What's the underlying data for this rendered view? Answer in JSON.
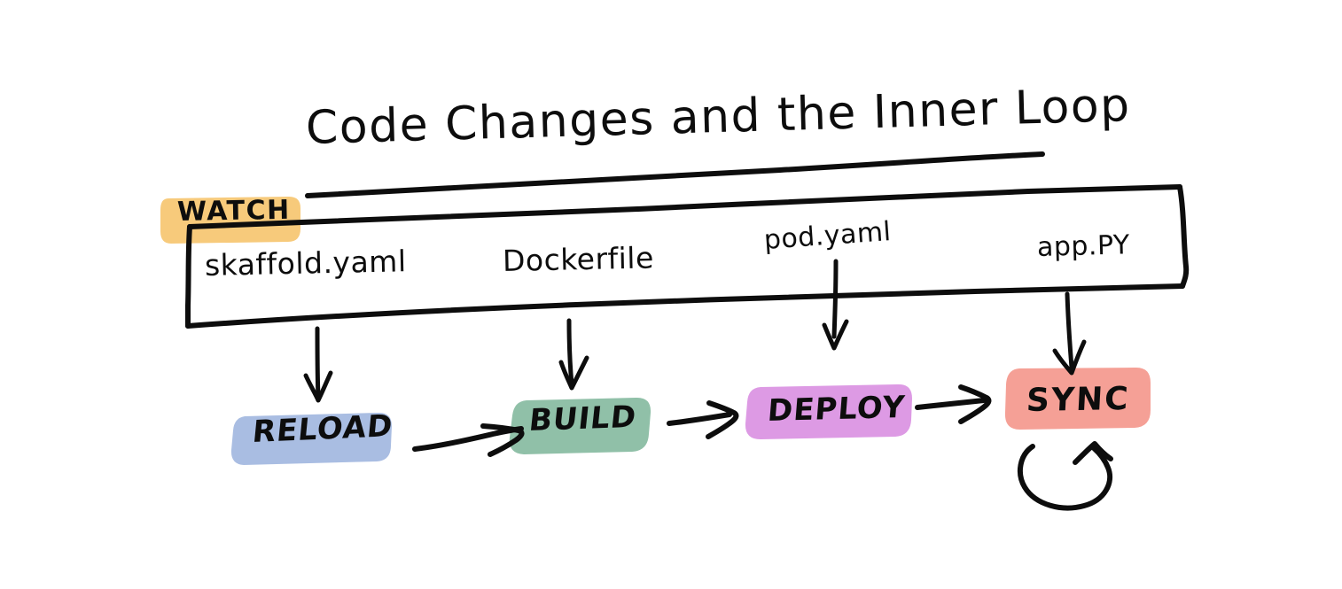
{
  "title": "Code Changes and the Inner Loop",
  "watch_box": {
    "badge": "WATCH",
    "badge_color": "#f7ca7b",
    "files": [
      {
        "name": "skaffold.yaml"
      },
      {
        "name": "Dockerfile"
      },
      {
        "name": "pod.yaml"
      },
      {
        "name": "app.PY"
      }
    ]
  },
  "stages": [
    {
      "label": "RELOAD",
      "color": "#a9bde2"
    },
    {
      "label": "BUILD",
      "color": "#90c0a8"
    },
    {
      "label": "DEPLOY",
      "color": "#dd9ae4"
    },
    {
      "label": "SYNC",
      "color": "#f5a096"
    }
  ],
  "connections": {
    "reload_to_build": "arrow",
    "build_to_deploy": "arrow",
    "deploy_to_sync": "arrow",
    "sync_self_loop": "loop-arrow",
    "skaffold_to_reload": "down-arrow",
    "dockerfile_to_build": "down-arrow",
    "podyaml_to_deploy": "down-arrow",
    "apppy_to_sync": "down-arrow"
  },
  "ink_color": "#0d0d0d",
  "background": "#ffffff"
}
